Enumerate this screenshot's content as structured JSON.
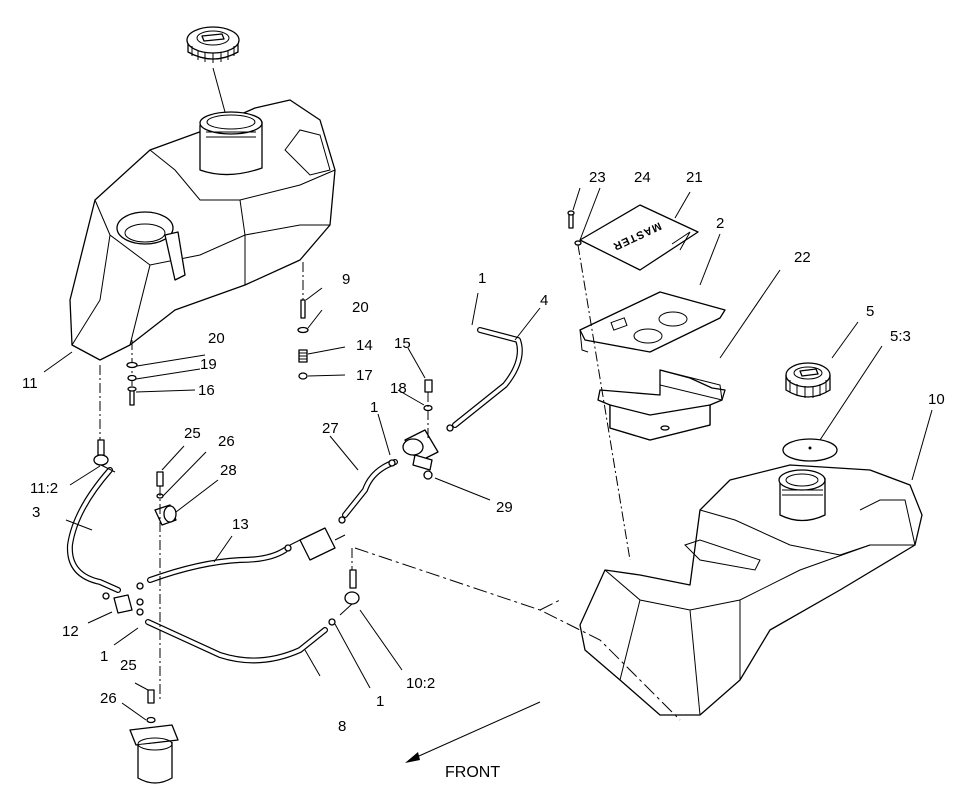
{
  "callouts": {
    "c1a": "1",
    "c1b": "1",
    "c1c": "1",
    "c1d": "1",
    "c2": "2",
    "c3": "3",
    "c4": "4",
    "c5": "5",
    "c5_3": "5:3",
    "c8": "8",
    "c9": "9",
    "c10": "10",
    "c10_2": "10:2",
    "c11": "11",
    "c11_2": "11:2",
    "c12": "12",
    "c13": "13",
    "c14": "14",
    "c15": "15",
    "c16": "16",
    "c17": "17",
    "c18": "18",
    "c19": "19",
    "c20a": "20",
    "c20b": "20",
    "c21": "21",
    "c22": "22",
    "c23": "23",
    "c24": "24",
    "c25a": "25",
    "c25b": "25",
    "c26a": "26",
    "c26b": "26",
    "c27": "27",
    "c28": "28",
    "c29": "29"
  },
  "direction_label": "FRONT",
  "decal_text": "MASTER"
}
